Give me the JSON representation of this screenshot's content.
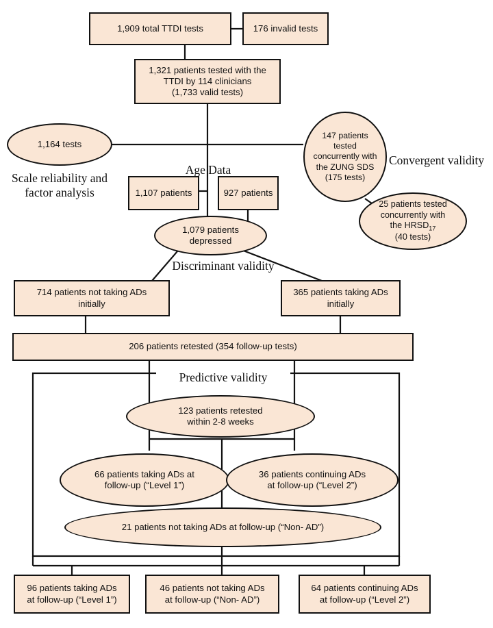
{
  "figure": {
    "type": "flow-diagram",
    "title": "TTDI study participant flow diagram",
    "colors": {
      "node_fill": "#fae6d5",
      "node_stroke": "#111111",
      "edge_stroke": "#111111",
      "background": "#ffffff"
    }
  },
  "nodes": {
    "total_tests": "1,909 total TTDI tests",
    "invalid_tests": "176 invalid tests",
    "tested_patients": "1,321 patients tested with the\nTTDI by 114 clinicians\n(1,733 valid tests)",
    "scale_tests": "1,164 tests",
    "zung": "147 patients\ntested\nconcurrently with\nthe  ZUNG SDS\n(175 tests)",
    "hrsd_pre": "25 patients tested\nconcurrently with\nthe HRSD",
    "hrsd_sub": "17",
    "hrsd_post": "\n(40 tests)",
    "age_left": "1,107 patients",
    "age_right": "927 patients",
    "depressed": "1,079 patients\ndepressed",
    "not_taking_initially": "714  patients not taking ADs\ninitially",
    "taking_initially": "365 patients taking ADs\ninitially",
    "retested": "206 patients retested (354 follow-up tests)",
    "retested_2_8": "123 patients retested\nwithin 2-8 weeks",
    "level1_ellipse": "66 patients taking ADs at\nfollow-up (“Level 1”)",
    "level2_ellipse": "36 patients continuing ADs\nat follow-up (“Level 2”)",
    "nonad_ellipse": "21 patients not taking ADs at follow-up (“Non- AD”)",
    "bottom_level1": "96 patients taking ADs\nat follow-up (“Level 1”)",
    "bottom_nonad": "46 patients not taking ADs\nat follow-up (“Non- AD”)",
    "bottom_level2": "64 patients continuing ADs\nat follow-up (“Level 2”)"
  },
  "labels": {
    "scale_reliability": "Scale reliability and\nfactor analysis",
    "convergent": "Convergent validity",
    "age_data": "Age Data",
    "discriminant": "Discriminant validity",
    "predictive": "Predictive validity"
  }
}
